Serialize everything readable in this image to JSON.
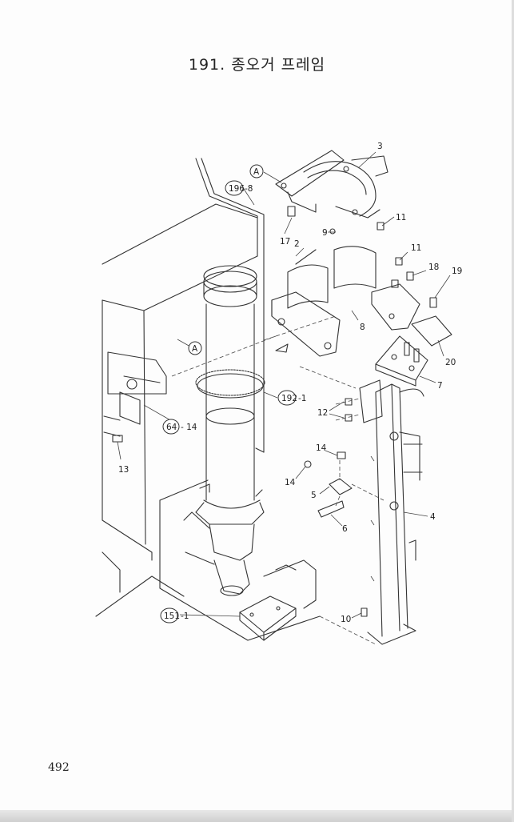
{
  "header": {
    "title": "191. 종오거 프레임"
  },
  "footer": {
    "page_number": "492"
  },
  "diagram": {
    "callouts": {
      "ref_196": "196",
      "ref_196_suffix": "-8",
      "ref_192": "192",
      "ref_192_suffix": "-1",
      "ref_64": "64",
      "ref_64_suffix": "- 14",
      "ref_151": "151",
      "ref_151_suffix": "-1",
      "detail_a_top": "A",
      "detail_a_mid": "A"
    },
    "parts": {
      "p2": "2",
      "p3": "3",
      "p4": "4",
      "p5": "5",
      "p6": "6",
      "p7": "7",
      "p8": "8",
      "p9": "9",
      "p10": "10",
      "p11a": "11",
      "p11b": "11",
      "p12": "12",
      "p13": "13",
      "p14a": "14",
      "p14b": "14",
      "p17": "17",
      "p18": "18",
      "p19": "19",
      "p20": "20"
    }
  }
}
